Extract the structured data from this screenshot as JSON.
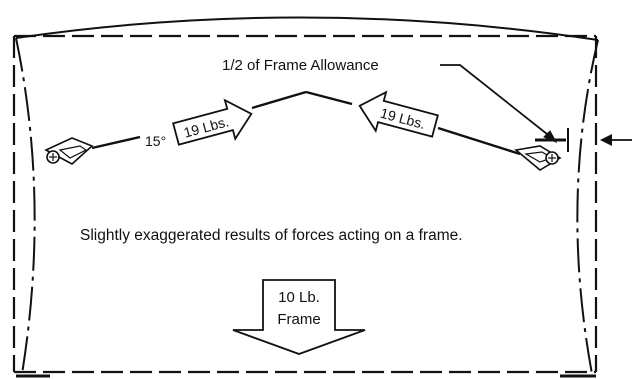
{
  "labels": {
    "allowance": "1/2 of Frame Allowance",
    "angle": "15°",
    "force_left": "19 Lbs.",
    "force_right": "19 Lbs.",
    "caption": "Slightly exaggerated results of forces acting on a frame.",
    "weight_line1": "10 Lb.",
    "weight_line2": "Frame"
  },
  "colors": {
    "ink": "#111111",
    "background": "#ffffff"
  },
  "icons": [
    "hanger-clip-icon",
    "arrow-icon"
  ]
}
